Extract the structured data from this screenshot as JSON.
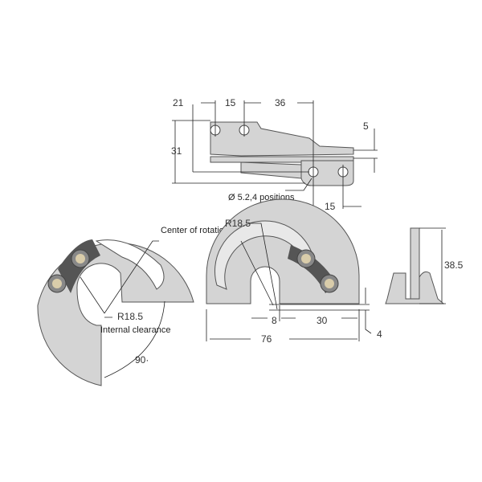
{
  "top_view": {
    "dim_21": "21",
    "dim_15_top": "15",
    "dim_36": "36",
    "dim_5": "5",
    "dim_31": "31",
    "hole_note": "Ø 5.2,4 positions",
    "dim_15_bottom": "15"
  },
  "left_view": {
    "center_label": "Center of rotation",
    "radius": "R18.5",
    "clearance_label": "Internal clearance",
    "angle": "90·"
  },
  "middle_view": {
    "radius": "R18.5",
    "dim_8": "8",
    "dim_30": "30",
    "dim_76": "76",
    "dim_4": "4"
  },
  "side_view": {
    "dim_38_5": "38.5"
  },
  "colors": {
    "part": "#d4d4d4",
    "track": "#555555",
    "pin": "#d9ccaa"
  }
}
